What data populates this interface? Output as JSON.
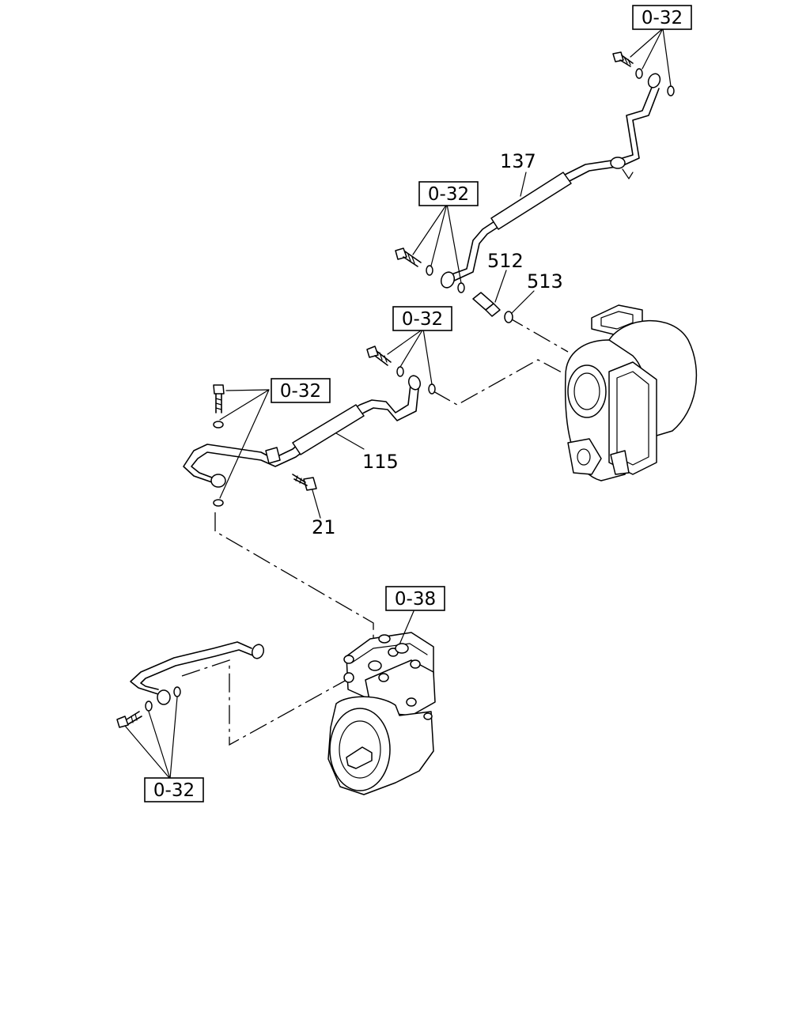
{
  "callouts": {
    "ref_top_right": "0-32",
    "ref_upper_mid": "0-32",
    "ref_turbo_left": "0-32",
    "ref_left_pipe": "0-32",
    "ref_compressor": "0-38",
    "ref_bottom_left": "0-32",
    "part_137": "137",
    "part_512": "512",
    "part_513": "513",
    "part_115": "115",
    "part_21": "21"
  },
  "colors": {
    "line": "#000000",
    "background": "#ffffff"
  }
}
